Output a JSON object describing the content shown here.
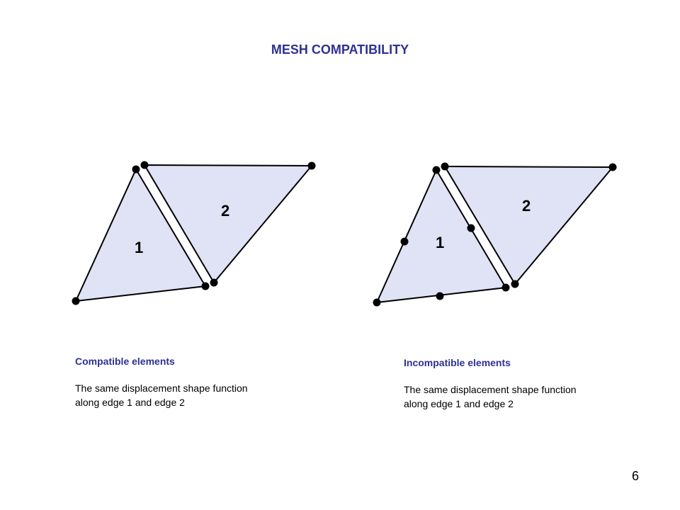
{
  "slide": {
    "title": "MESH COMPATIBILITY",
    "page_number": "6"
  },
  "colors": {
    "title": "#2E3192",
    "element_fill": "#E0E2F5",
    "stroke": "#000000",
    "node": "#000000",
    "heading": "#2E3192"
  },
  "panels": [
    {
      "id": "compatible",
      "heading": "Compatible elements",
      "description": "The same displacement shape function\nalong edge 1 and edge 2",
      "element_labels": [
        "1",
        "2"
      ],
      "nodes_per_edge": 2
    },
    {
      "id": "incompatible",
      "heading": "Incompatible elements",
      "description": "The same displacement shape function\nalong edge 1 and edge 2",
      "element_labels": [
        "1",
        "2"
      ],
      "nodes_per_edge": 3
    }
  ]
}
